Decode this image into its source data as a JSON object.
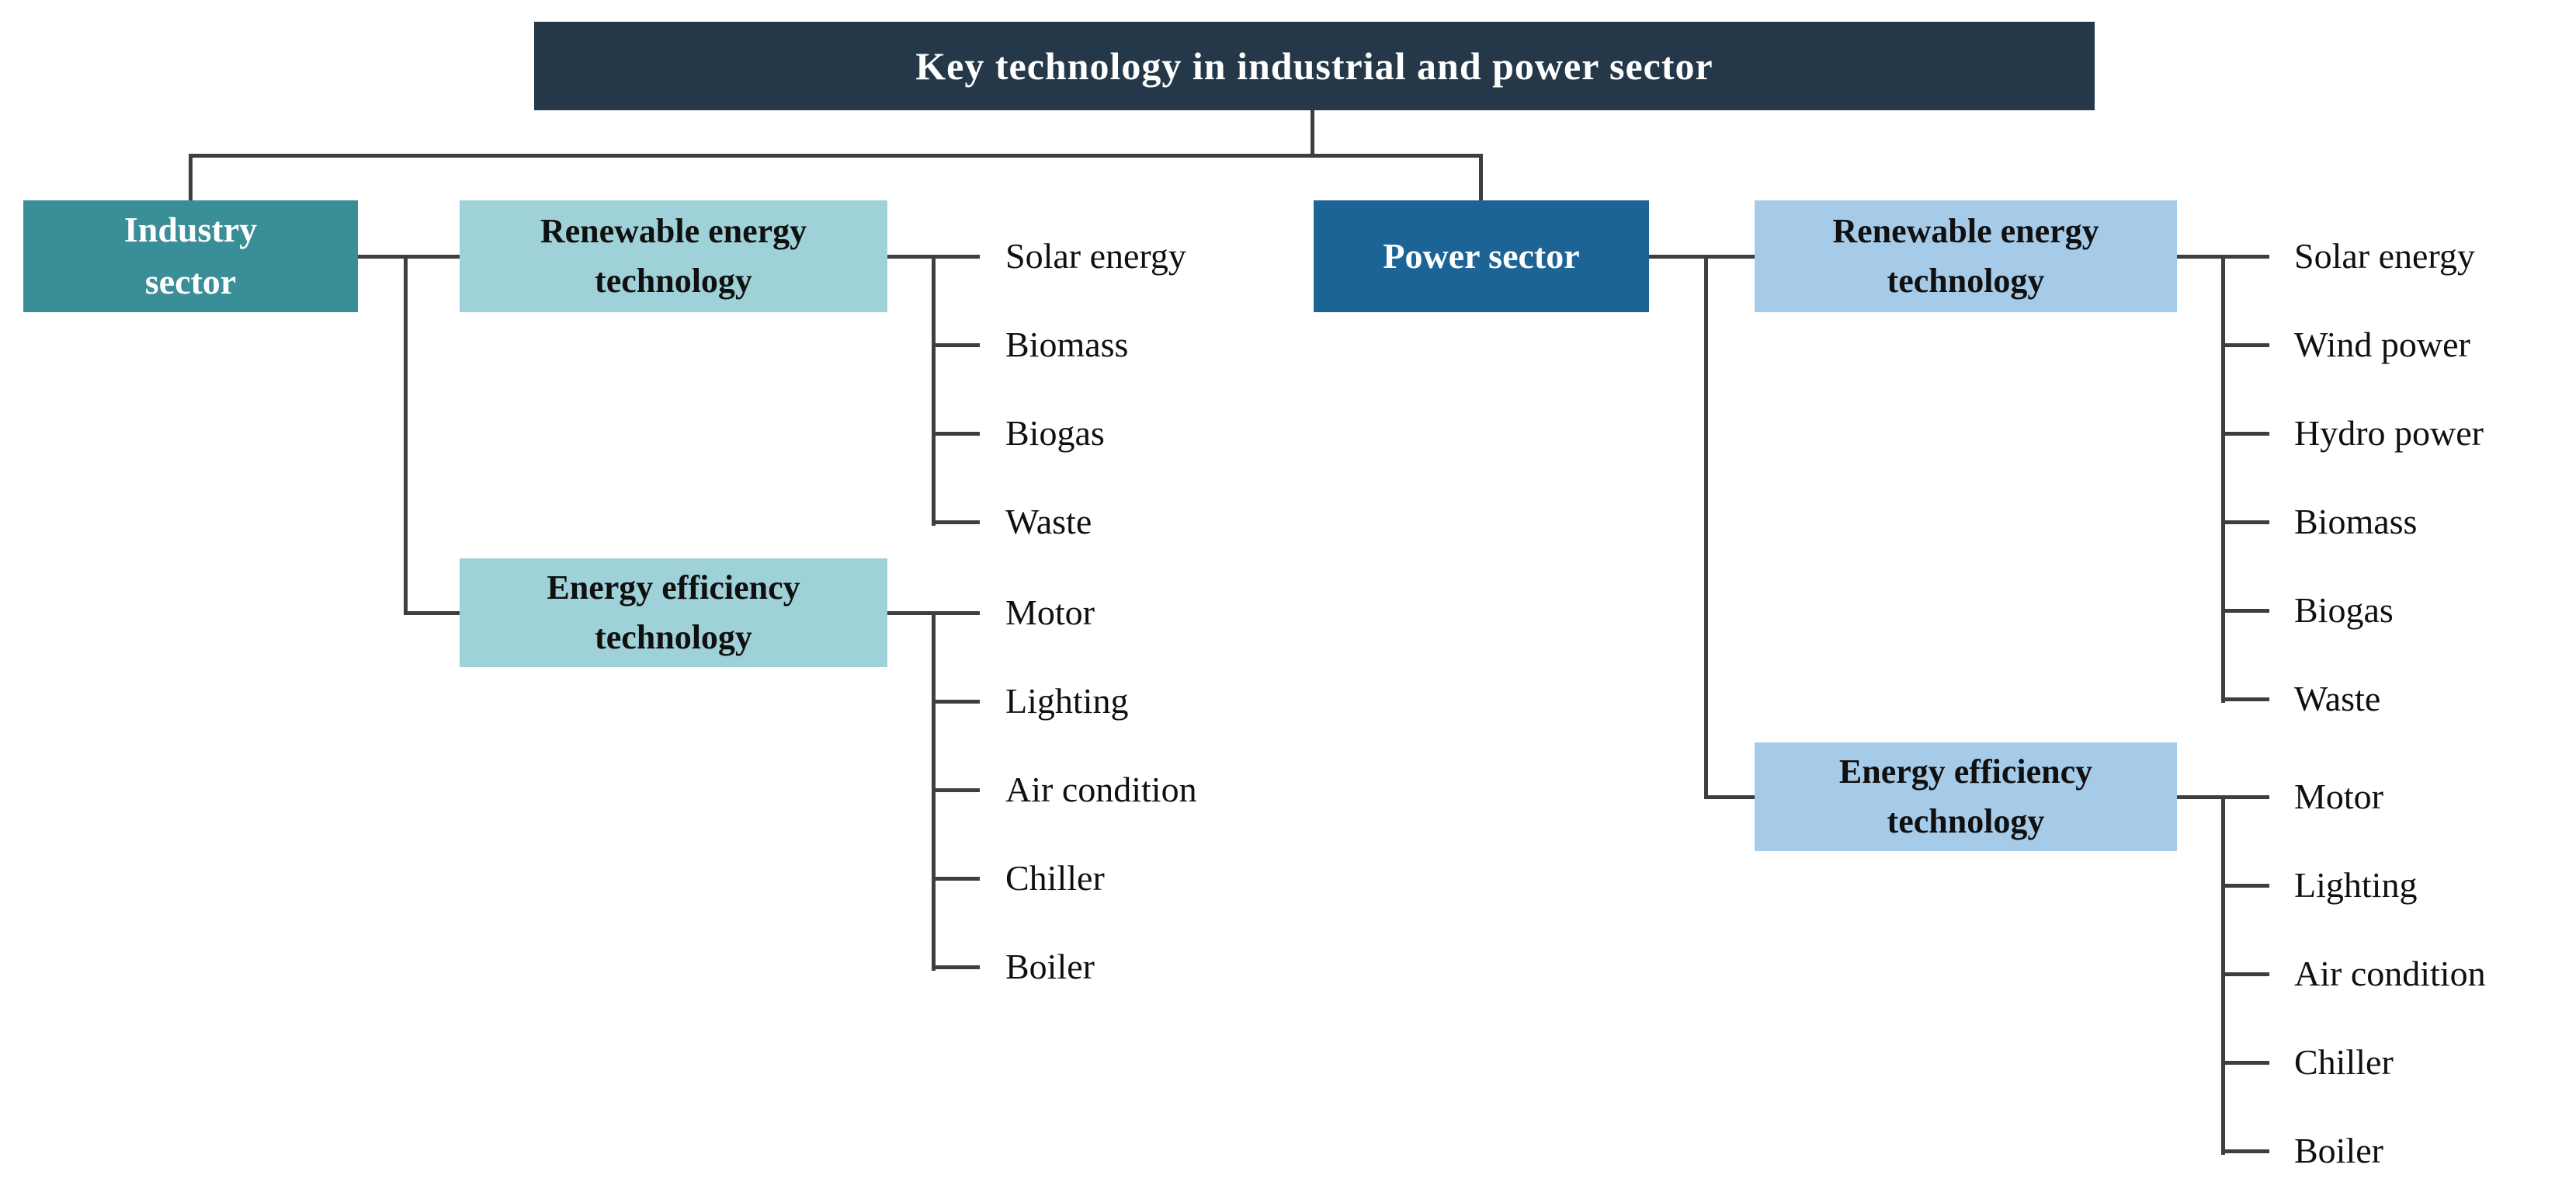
{
  "title": "Key technology in industrial and power sector",
  "colors": {
    "title_bg": "#24384A",
    "industry_bg": "#3A8E97",
    "industry_child_bg": "#9FD2D8",
    "power_bg": "#1D6496",
    "power_child_bg": "#A6CBE9",
    "connector": "#3E3E3E",
    "leaf_text": "#101010",
    "box_text_light": "#FFFFFF",
    "box_text_dark": "#101010"
  },
  "industry": {
    "label": "Industry sector",
    "renewable": {
      "label": "Renewable energy technology",
      "items": [
        "Solar energy",
        "Biomass",
        "Biogas",
        "Waste"
      ]
    },
    "efficiency": {
      "label": "Energy efficiency technology",
      "items": [
        "Motor",
        "Lighting",
        "Air condition",
        "Chiller",
        "Boiler"
      ]
    }
  },
  "power": {
    "label": "Power sector",
    "renewable": {
      "label": "Renewable energy technology",
      "items": [
        "Solar energy",
        "Wind power",
        "Hydro power",
        "Biomass",
        "Biogas",
        "Waste"
      ]
    },
    "efficiency": {
      "label": "Energy efficiency technology",
      "items": [
        "Motor",
        "Lighting",
        "Air condition",
        "Chiller",
        "Boiler"
      ]
    }
  }
}
